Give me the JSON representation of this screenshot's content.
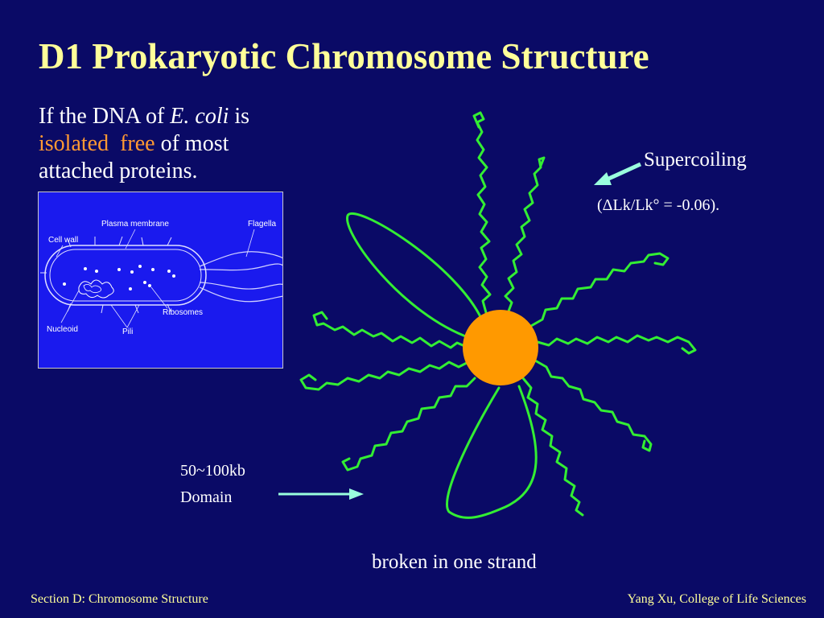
{
  "slide": {
    "title": "D1 Prokaryotic Chromosome Structure",
    "intro": {
      "line1_a": "If the DNA of ",
      "line1_em": "E. coli",
      "line1_b": " is",
      "line2_word1": "isolated",
      "line2_word2": "free",
      "line2_b": " of most",
      "line3": "attached proteins."
    },
    "labels": {
      "supercoiling": "Supercoiling",
      "linking": "(ΔLk/Lk° = -0.06).",
      "domain_line1": "50~100kb",
      "domain_line2": "Domain",
      "broken": "broken in one strand"
    },
    "footer": {
      "left": "Section D: Chromosome Structure",
      "right": "Yang Xu, College of Life Sciences"
    }
  },
  "cell_figure": {
    "labels": {
      "plasma_membrane": "Plasma membrane",
      "flagella": "Flagella",
      "cell_wall": "Cell wall",
      "ribosomes": "Ribosomes",
      "nucleoid": "Nucleoid",
      "pili": "Pili"
    }
  },
  "colors": {
    "background": "#0a0a66",
    "title": "#ffff99",
    "accent_orange": "#ff9933",
    "dna_green": "#33ee33",
    "core_orange": "#ff9900",
    "arrow_cyan": "#99ffdd"
  }
}
